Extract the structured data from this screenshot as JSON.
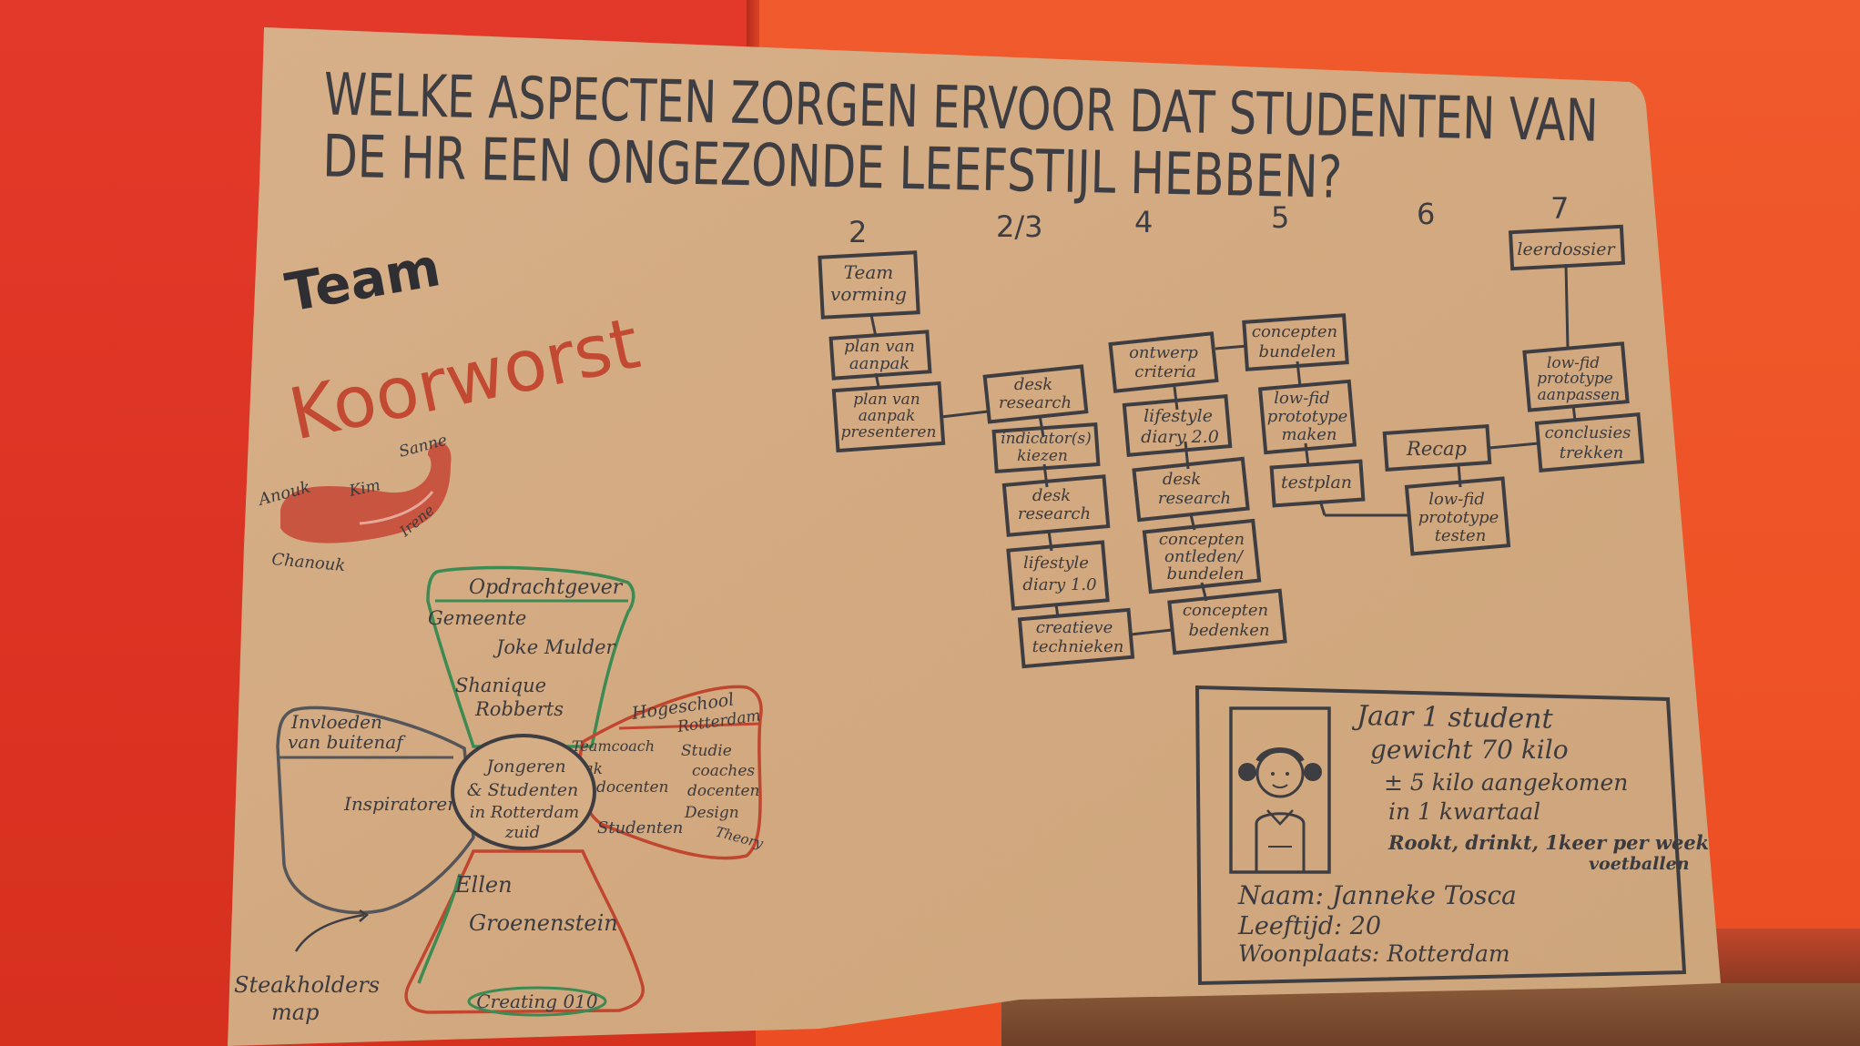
{
  "colors": {
    "paper": "#d6ae86",
    "ink": "#3e3d42",
    "red_ink": "#c0462f",
    "green_ink": "#3d8a52",
    "sausage": "#c8553f",
    "background_cushion": "#e03a2a"
  },
  "title": {
    "line1": "WELKE ASPECTEN ZORGEN ERVOOR DAT STUDENTEN VAN",
    "line2": "DE HR EEN ONGEZONDE LEEFSTIJL HEBBEN?"
  },
  "team": {
    "label": "Team",
    "name": "Koorworst",
    "members": [
      "Anouk",
      "Kim",
      "Sanne",
      "Irene",
      "Chanouk"
    ]
  },
  "weeks": [
    "2",
    "2/3",
    "4",
    "5",
    "6",
    "7"
  ],
  "process": {
    "team_vorming": [
      "Team",
      "vorming"
    ],
    "plan_van_aanpak": [
      "plan van",
      "aanpak"
    ],
    "plan_presenteren": [
      "plan van",
      "aanpak",
      "presenteren"
    ],
    "desk_research_1": [
      "desk",
      "research"
    ],
    "indicatoren": [
      "indicator(s)",
      "kiezen"
    ],
    "desk_research_2": [
      "desk",
      "research"
    ],
    "lifestyle_diary_10": [
      "lifestyle",
      "diary 1.0"
    ],
    "creatieve_technieken": [
      "creatieve",
      "technieken"
    ],
    "ontwerp_criteria": [
      "ontwerp",
      "criteria"
    ],
    "lifestyle_diary_20": [
      "lifestyle",
      "diary 2.0"
    ],
    "desk_research_3": [
      "desk",
      "research"
    ],
    "concepten_ontleden": [
      "concepten",
      "ontleden/",
      "bundelen"
    ],
    "concepten_bedenken": [
      "concepten",
      "bedenken"
    ],
    "concepten_bundelen": [
      "concepten",
      "bundelen"
    ],
    "lowfid_maken": [
      "low-fid",
      "prototype",
      "maken"
    ],
    "testplan": [
      "testplan"
    ],
    "recap": [
      "Recap"
    ],
    "lowfid_testen": [
      "low-fid",
      "prototype",
      "testen"
    ],
    "leerdossier": [
      "leerdossier"
    ],
    "lowfid_aanpassen": [
      "low-fid",
      "prototype",
      "aanpassen"
    ],
    "conclusies": [
      "conclusies",
      "trekken"
    ]
  },
  "stakeholders": {
    "center": [
      "Jongeren",
      "& Studenten",
      "in Rotterdam",
      "zuid"
    ],
    "top_header": "Opdrachtgever",
    "top_items": [
      "Gemeente",
      "Joke Mulder",
      "Shanique",
      "Robberts"
    ],
    "left_header": [
      "Invloeden",
      "van buitenaf"
    ],
    "left_items": [
      "Inspiratoren"
    ],
    "right_header": [
      "Hogeschool",
      "Rotterdam"
    ],
    "right_items_a": [
      "Teamcoach",
      "vak",
      "docenten",
      "Studenten"
    ],
    "right_items_b": [
      "Studie",
      "coaches",
      "docenten",
      "Design",
      "Theory"
    ],
    "bottom_items": [
      "Ellen",
      "Groenenstein"
    ],
    "bottom_footer": "Creating 010",
    "caption": [
      "Steakholders",
      "map"
    ]
  },
  "persona": {
    "line1": "Jaar 1 student",
    "line2": "gewicht 70 kilo",
    "line3": "± 5 kilo aangekomen",
    "line4": "in 1 kwartaal",
    "line5": "Rookt, drinkt, 1keer per week",
    "line6": "voetballen",
    "name": "Naam: Janneke Tosca",
    "age": "Leeftijd: 20",
    "city": "Woonplaats: Rotterdam"
  }
}
